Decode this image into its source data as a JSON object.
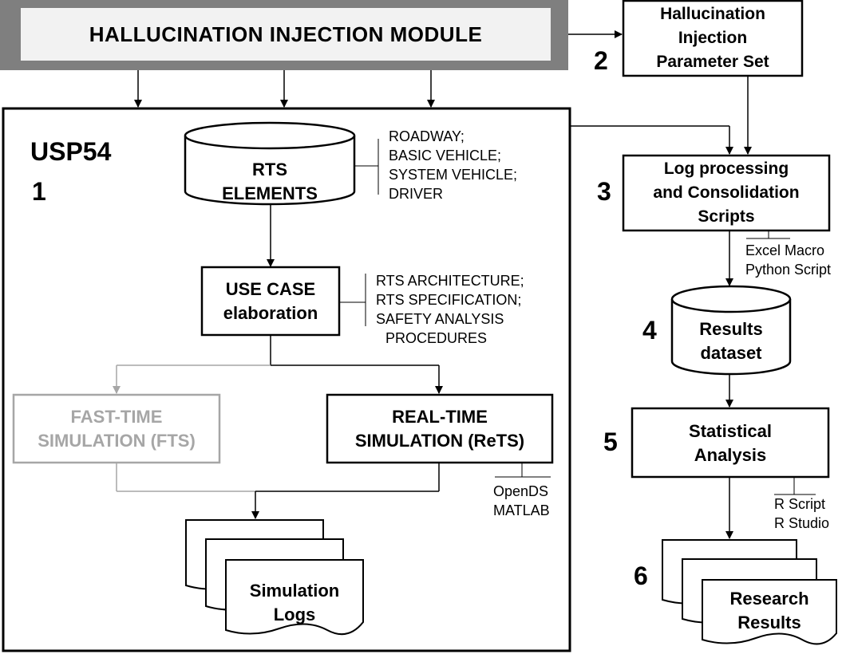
{
  "module": {
    "title": "HALLUCINATION INJECTION MODULE"
  },
  "usp": {
    "name": "USP54",
    "number": "1"
  },
  "rts_elements": {
    "label": "RTS\nELEMENTS",
    "notes": [
      "ROADWAY;",
      "BASIC VEHICLE;",
      "SYSTEM VEHICLE;",
      "DRIVER"
    ]
  },
  "use_case": {
    "label": "USE CASE\nelaboration",
    "notes": [
      "RTS ARCHITECTURE;",
      "RTS SPECIFICATION;",
      "SAFETY ANALYSIS",
      "PROCEDURES"
    ]
  },
  "fts": {
    "label": "FAST-TIME\nSIMULATION (FTS)"
  },
  "rets": {
    "label": "REAL-TIME\nSIMULATION (ReTS)",
    "tools": [
      "OpenDS",
      "MATLAB"
    ]
  },
  "sim_logs": {
    "label": "Simulation\nLogs"
  },
  "step2": {
    "number": "2",
    "label": "Hallucination\nInjection\nParameter Set"
  },
  "step3": {
    "number": "3",
    "label": "Log processing\nand Consolidation\nScripts",
    "tools": [
      "Excel Macro",
      "Python Script"
    ]
  },
  "step4": {
    "number": "4",
    "label": "Results\ndataset"
  },
  "step5": {
    "number": "5",
    "label": "Statistical\nAnalysis",
    "tools": [
      "R Script",
      "R Studio"
    ]
  },
  "step6": {
    "number": "6",
    "label": "Research\nResults"
  },
  "colors": {
    "line": "#000000",
    "faded": "#a6a6a6",
    "module_bg": "#7f7f7f",
    "module_inner": "#f2f2f2"
  }
}
